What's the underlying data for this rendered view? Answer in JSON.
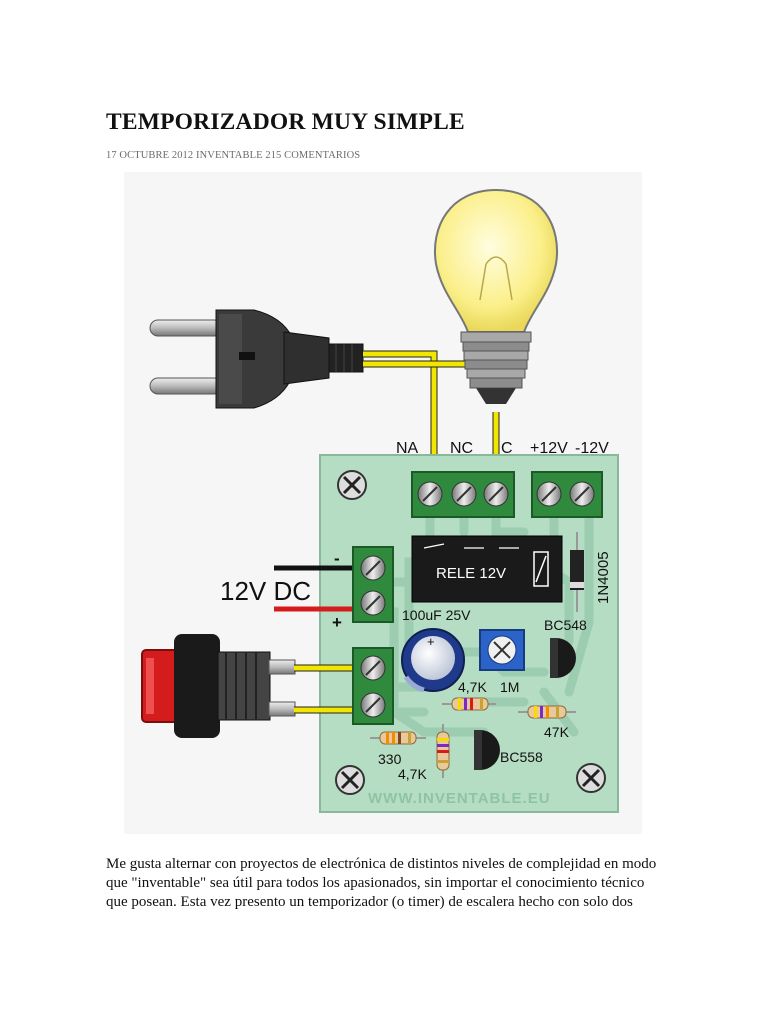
{
  "article": {
    "title": "TEMPORIZADOR MUY SIMPLE",
    "meta": "17 OCTUBRE 2012 INVENTABLE 215 COMENTARIOS",
    "body": "Me gusta alternar con proyectos de electrónica de distintos niveles de complejidad en modo que \"inventable\" sea útil para todos los apasionados, sin importar el conocimiento técnico que posean. Esta vez presento un temporizador (o timer) de escalera hecho con solo dos"
  },
  "figure": {
    "terminal_labels": {
      "na": "NA",
      "nc": "NC",
      "c": "C",
      "plus12": "+12V",
      "minus12": "-12V"
    },
    "power_label": "12V DC",
    "power_minus": "-",
    "power_plus": "+",
    "relay_label": "RELE 12V",
    "diode_label": "1N4005",
    "capacitor_label": "100uF 25V",
    "transistor1_label": "BC548",
    "transistor2_label": "BC558",
    "resistor_labels": {
      "r47k_a": "4,7K",
      "trimmer": "1M",
      "r47k": "47K",
      "r330": "330",
      "r47k_b": "4,7K"
    },
    "watermark": "WWW.INVENTABLE.EU",
    "colors": {
      "board": "#b5ddc3",
      "trace": "#9ccdb0",
      "terminal": "#2f8a3e",
      "wire_yellow": "#f2e600",
      "bulb": "#fdf6a8",
      "button": "#d41c1c"
    }
  }
}
